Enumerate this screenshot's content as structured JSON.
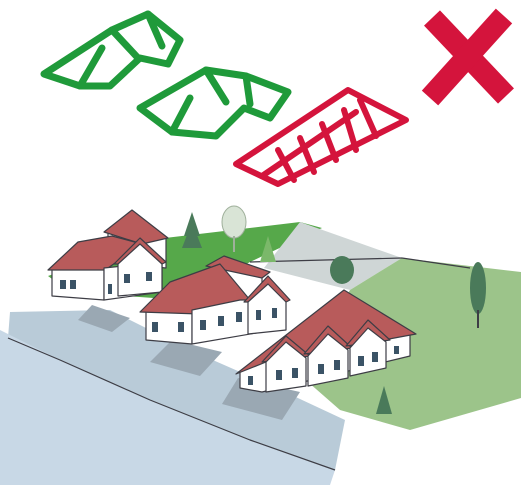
{
  "diagram": {
    "colors": {
      "approved_outline": "#1f9a3a",
      "rejected_outline": "#d4143c",
      "reject_mark": "#d4143c",
      "roof": "#b85b5b",
      "roof_dark": "#8f3f3f",
      "wall": "#ffffff",
      "outline": "#3d3d45",
      "lawn": "#56a84a",
      "lawn_light": "#9cc48a",
      "pavement": "#b9cbd8",
      "pavement_dark": "#8fb0c8",
      "road": "#c8d8e6",
      "driveway": "#9aa8b3",
      "tree": "#4a7a5a",
      "window": "#3b5366"
    },
    "icons": [
      "roof-frame-icon",
      "roof-frame-icon",
      "roof-frame-icon",
      "reject-x-icon"
    ],
    "houses": [
      {
        "name": "house-left",
        "roof_shape": "cross-gable"
      },
      {
        "name": "house-middle",
        "roof_shape": "cross-gable"
      },
      {
        "name": "house-right",
        "roof_shape": "long-multi-gable"
      }
    ]
  }
}
